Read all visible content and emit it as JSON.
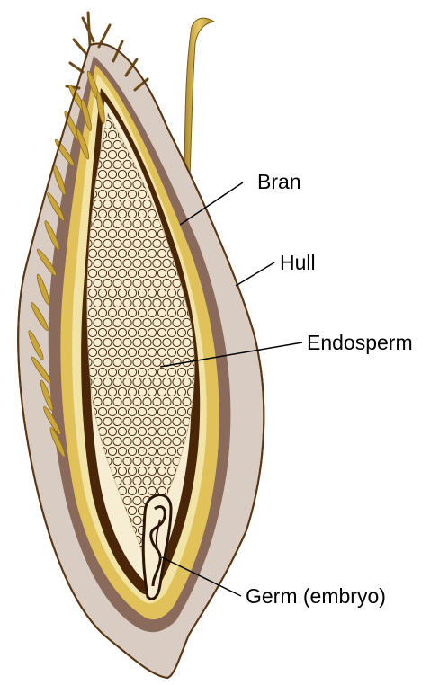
{
  "labels": {
    "bran": "Bran",
    "hull": "Hull",
    "endosperm": "Endosperm",
    "germ": "Germ (embryo)"
  },
  "colors": {
    "hull_fill": "#d8ccc3",
    "outline": "#5a3714",
    "bran_outer": "#8a6a5b",
    "bran_yellow": "#e1c15a",
    "pale_layer": "#f1e3a6",
    "dark_bran": "#4a2608",
    "endosperm_fill": "#f6edd3",
    "cell_stroke": "#4a2a0e",
    "awn": "#caa63a"
  }
}
